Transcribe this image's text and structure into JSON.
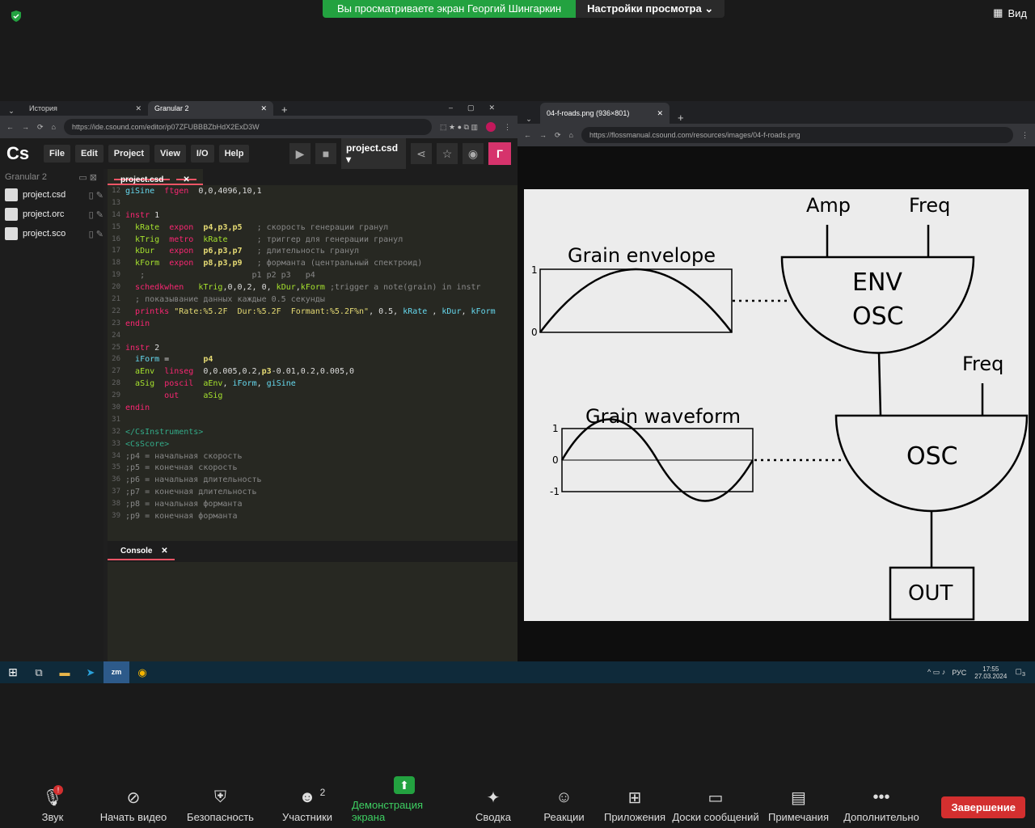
{
  "zoom": {
    "banner": "Вы просматриваете экран Георгий Шингаркин",
    "view_settings": "Настройки просмотра",
    "view": "Вид",
    "bottom": [
      {
        "label": "Звук",
        "icon": "mic-icon"
      },
      {
        "label": "Начать видео",
        "icon": "video-off-icon"
      },
      {
        "label": "Безопасность",
        "icon": "security-icon"
      },
      {
        "label": "Участники",
        "icon": "participants-icon",
        "count": "2"
      },
      {
        "label": "Демонстрация экрана",
        "icon": "share-screen-icon"
      },
      {
        "label": "Сводка",
        "icon": "summary-icon"
      },
      {
        "label": "Реакции",
        "icon": "reactions-icon"
      },
      {
        "label": "Приложения",
        "icon": "apps-icon"
      },
      {
        "label": "Доски сообщений",
        "icon": "whiteboard-icon"
      },
      {
        "label": "Примечания",
        "icon": "notes-icon"
      },
      {
        "label": "Дополнительно",
        "icon": "more-icon"
      }
    ],
    "end": "Завершение",
    "mic_badge": "!"
  },
  "left_browser": {
    "tab1": "История",
    "tab2": "Granular 2",
    "url": "https://ide.csound.com/editor/p07ZFUBBBZbHdX2ExD3W"
  },
  "csound": {
    "logo": "Cs",
    "menu": [
      "File",
      "Edit",
      "Project",
      "View",
      "I/O",
      "Help"
    ],
    "project_select": "project.csd",
    "user": "Г",
    "project_name": "Granular 2",
    "files": [
      "project.csd",
      "project.orc",
      "project.sco"
    ],
    "editor_tab": "project.csd",
    "console_tab": "Console"
  },
  "code": [
    [
      "12",
      [
        [
          "gl",
          "giSine"
        ],
        [
          "pl",
          "  "
        ],
        [
          "kw",
          "ftgen"
        ],
        [
          "pl",
          "  0,0,4096,10,1"
        ]
      ]
    ],
    [
      "13",
      []
    ],
    [
      "14",
      [
        [
          "kw",
          "instr"
        ],
        [
          "pl",
          " 1"
        ]
      ]
    ],
    [
      "15",
      [
        [
          "pl",
          "  "
        ],
        [
          "var",
          "kRate"
        ],
        [
          "pl",
          "  "
        ],
        [
          "kw",
          "expon"
        ],
        [
          "pl",
          "  "
        ],
        [
          "yl",
          "p4,p3,p5"
        ],
        [
          "pl",
          "   "
        ],
        [
          "cm",
          "; скорость генерации гранул"
        ]
      ]
    ],
    [
      "16",
      [
        [
          "pl",
          "  "
        ],
        [
          "var",
          "kTrig"
        ],
        [
          "pl",
          "  "
        ],
        [
          "kw",
          "metro"
        ],
        [
          "pl",
          "  "
        ],
        [
          "var",
          "kRate"
        ],
        [
          "pl",
          "      "
        ],
        [
          "cm",
          "; триггер для генерации гранул"
        ]
      ]
    ],
    [
      "17",
      [
        [
          "pl",
          "  "
        ],
        [
          "var",
          "kDur"
        ],
        [
          "pl",
          "   "
        ],
        [
          "kw",
          "expon"
        ],
        [
          "pl",
          "  "
        ],
        [
          "yl",
          "p6,p3,p7"
        ],
        [
          "pl",
          "   "
        ],
        [
          "cm",
          "; длительность гранул"
        ]
      ]
    ],
    [
      "18",
      [
        [
          "pl",
          "  "
        ],
        [
          "var",
          "kForm"
        ],
        [
          "pl",
          "  "
        ],
        [
          "kw",
          "expon"
        ],
        [
          "pl",
          "  "
        ],
        [
          "yl",
          "p8,p3,p9"
        ],
        [
          "pl",
          "   "
        ],
        [
          "cm",
          "; форманта (центральный спектроид)"
        ]
      ]
    ],
    [
      "19",
      [
        [
          "pl",
          "   "
        ],
        [
          "cm",
          ";                      p1 p2 p3   p4"
        ]
      ]
    ],
    [
      "20",
      [
        [
          "pl",
          "  "
        ],
        [
          "kw",
          "schedkwhen"
        ],
        [
          "pl",
          "   "
        ],
        [
          "var",
          "kTrig"
        ],
        [
          "pl",
          ",0,0,2, 0, "
        ],
        [
          "var",
          "kDur"
        ],
        [
          "pl",
          ","
        ],
        [
          "var",
          "kForm"
        ],
        [
          "pl",
          " "
        ],
        [
          "cm",
          ";trigger a note(grain) in instr"
        ]
      ]
    ],
    [
      "21",
      [
        [
          "pl",
          "  "
        ],
        [
          "cm",
          "; показывание данных каждые 0.5 секунды"
        ]
      ]
    ],
    [
      "22",
      [
        [
          "pl",
          "  "
        ],
        [
          "kw",
          "printks"
        ],
        [
          "pl",
          " "
        ],
        [
          "str",
          "\"Rate:%5.2F  Dur:%5.2F  Formant:%5.2F%n\""
        ],
        [
          "pl",
          ", 0.5, "
        ],
        [
          "gl",
          "kRate"
        ],
        [
          "pl",
          " , "
        ],
        [
          "gl",
          "kDur"
        ],
        [
          "pl",
          ", "
        ],
        [
          "gl",
          "kForm"
        ]
      ]
    ],
    [
      "23",
      [
        [
          "kw",
          "endin"
        ]
      ]
    ],
    [
      "24",
      []
    ],
    [
      "25",
      [
        [
          "kw",
          "instr"
        ],
        [
          "pl",
          " 2"
        ]
      ]
    ],
    [
      "26",
      [
        [
          "pl",
          "  "
        ],
        [
          "gl",
          "iForm"
        ],
        [
          "pl",
          " =       "
        ],
        [
          "yl",
          "p4"
        ]
      ]
    ],
    [
      "27",
      [
        [
          "pl",
          "  "
        ],
        [
          "var",
          "aEnv"
        ],
        [
          "pl",
          "  "
        ],
        [
          "kw",
          "linseg"
        ],
        [
          "pl",
          "  0,0.005,0.2,"
        ],
        [
          "yl",
          "p3"
        ],
        [
          "pl",
          "-0.01,0.2,0.005,0"
        ]
      ]
    ],
    [
      "28",
      [
        [
          "pl",
          "  "
        ],
        [
          "var",
          "aSig"
        ],
        [
          "pl",
          "  "
        ],
        [
          "kw",
          "poscil"
        ],
        [
          "pl",
          "  "
        ],
        [
          "var",
          "aEnv"
        ],
        [
          "pl",
          ", "
        ],
        [
          "gl",
          "iForm"
        ],
        [
          "pl",
          ", "
        ],
        [
          "gl",
          "giSine"
        ]
      ]
    ],
    [
      "29",
      [
        [
          "pl",
          "        "
        ],
        [
          "kw",
          "out"
        ],
        [
          "pl",
          "     "
        ],
        [
          "var",
          "aSig"
        ]
      ]
    ],
    [
      "30",
      [
        [
          "kw",
          "endin"
        ]
      ]
    ],
    [
      "31",
      []
    ],
    [
      "32",
      [
        [
          "tag",
          "</CsInstruments>"
        ]
      ]
    ],
    [
      "33",
      [
        [
          "tag",
          "<CsScore>"
        ]
      ]
    ],
    [
      "34",
      [
        [
          "cm",
          ";p4 = начальная скорость"
        ]
      ]
    ],
    [
      "35",
      [
        [
          "cm",
          ";p5 = конечная скорость"
        ]
      ]
    ],
    [
      "36",
      [
        [
          "cm",
          ";p6 = начальная длительность"
        ]
      ]
    ],
    [
      "37",
      [
        [
          "cm",
          ";p7 = конечная длительность"
        ]
      ]
    ],
    [
      "38",
      [
        [
          "cm",
          ";p8 = начальная форманта"
        ]
      ]
    ],
    [
      "39",
      [
        [
          "cm",
          ";p9 = конечная форманта"
        ]
      ]
    ]
  ],
  "right_browser": {
    "tab": "04-f-roads.png (936×801)",
    "url": "https://flossmanual.csound.com/resources/images/04-f-roads.png"
  },
  "diagram": {
    "amp": "Amp",
    "freq1": "Freq",
    "grain_env": "Grain envelope",
    "env": "ENV",
    "osc": "OSC",
    "freq2": "Freq",
    "grain_wave": "Grain waveform",
    "osc2": "OSC",
    "out": "OUT",
    "one": "1",
    "zero": "0",
    "one2": "1",
    "zero2": "0",
    "neg1": "-1"
  },
  "taskbar": {
    "lang": "РУС",
    "time": "17:55",
    "date": "27.03.2024",
    "notif": "3"
  }
}
